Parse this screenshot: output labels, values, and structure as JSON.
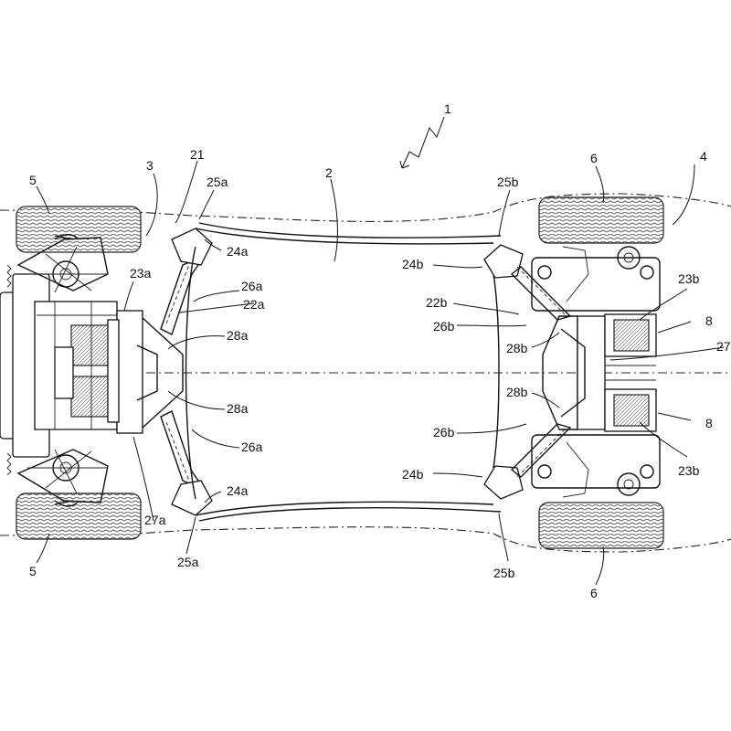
{
  "labels": {
    "l1": "1",
    "l2": "2",
    "l3": "3",
    "l4": "4",
    "l5_top": "5",
    "l5_bottom": "5",
    "l6_top": "6",
    "l6_bottom": "6",
    "l8_top": "8",
    "l8_bottom": "8",
    "l21": "21",
    "l22a": "22a",
    "l22b": "22b",
    "l23a": "23a",
    "l23b_top": "23b",
    "l23b_bottom": "23b",
    "l24a_top": "24a",
    "l24a_bottom": "24a",
    "l24b_top": "24b",
    "l24b_bottom": "24b",
    "l25a_top": "25a",
    "l25a_bottom": "25a",
    "l25b_top": "25b",
    "l25b_bottom": "25b",
    "l26a_top": "26a",
    "l26a_bottom": "26a",
    "l26b_top": "26b",
    "l26b_bottom": "26b",
    "l27a": "27a",
    "l27b": "27",
    "l28a_top": "28a",
    "l28a_bottom": "28a",
    "l28b_top": "28b",
    "l28b_bottom": "28b"
  }
}
